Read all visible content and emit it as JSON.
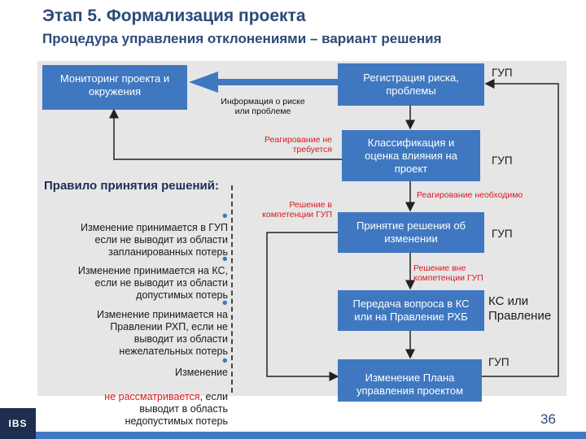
{
  "header": {
    "title": "Этап 5. Формализация проекта",
    "subtitle": "Процедура управления отклонениями – вариант решения"
  },
  "boxes": {
    "monitoring": "Мониторинг проекта и\nокружения",
    "registration": "Регистрация риска,\nпроблемы",
    "classification": "Классификация и\nоценка влияния на\nпроект",
    "decision": "Принятие решения об\nизменении",
    "transfer": "Передача вопроса в КС\nили на Правление РХБ",
    "plan_change": "Изменение Плана\nуправления проектом"
  },
  "labels": {
    "info_about_risk": "Информация о риске\nили проблеме",
    "no_response": "Реагирование не\nтребуется",
    "response_needed": "Реагирование необходимо",
    "within_competence": "Решение в\nкомпетенции ГУП",
    "outside_competence": "Решение вне\nкомпетенции ГУП"
  },
  "owners": {
    "gup_1": "ГУП",
    "gup_2": "ГУП",
    "gup_3": "ГУП",
    "ks_board": "КС или\nПравление",
    "gup_4": "ГУП"
  },
  "rules": {
    "title": "Правило принятия решений:",
    "bullet": "●",
    "items": [
      "Изменение принимается в ГУП\nесли не выводит из области\nзапланированных потерь",
      "Изменение принимается на КС,\nесли не выводит из области\nдопустимых потерь",
      "Изменение принимается на\nПравлении РХП, если не\nвыводит из области\nнежелательных потерь"
    ],
    "last_prefix": "Изменение",
    "last_red": "не рассматривается",
    "last_suffix": ", если\nвыводит в область\nнедопустимых потерь"
  },
  "footer": {
    "logo": "IBS",
    "page_number": "36"
  },
  "colors": {
    "box_blue": "#3f78c0",
    "title_blue": "#2b4a78",
    "red_label": "#d71920",
    "panel_gray": "#e6e6e6"
  }
}
